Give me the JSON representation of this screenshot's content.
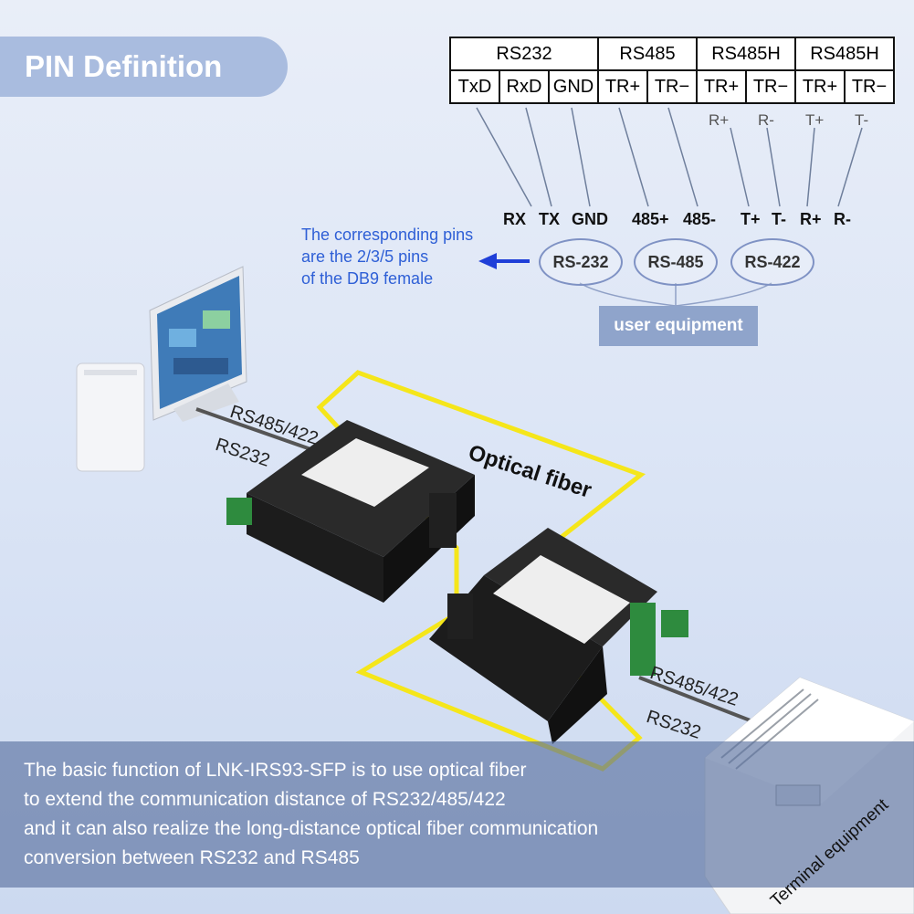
{
  "header": {
    "title": "PIN Definition"
  },
  "pin_table": {
    "groups": [
      "RS232",
      "RS485",
      "RS485H",
      "RS485H"
    ],
    "pins": [
      "TxD",
      "RxD",
      "GND",
      "TR+",
      "TR−",
      "TR+",
      "TR−",
      "TR+",
      "TR−"
    ]
  },
  "sub_labels": [
    "R+",
    "R-",
    "T+",
    "T-"
  ],
  "signals": [
    "RX",
    "TX",
    "GND",
    "485+",
    "485-",
    "T+",
    "T-",
    "R+",
    "R-"
  ],
  "note_lines": [
    "The corresponding pins",
    "are the 2/3/5 pins",
    "of the DB9 female"
  ],
  "interfaces": [
    "RS-232",
    "RS-485",
    "RS-422"
  ],
  "user_box": "user equipment",
  "labels": {
    "left_top_cable": "RS485/422",
    "left_bottom_cable": "RS232",
    "optical": "Optical fiber",
    "right_top_cable": "RS485/422",
    "right_bottom_cable": "RS232",
    "terminal": "Terminal equipment"
  },
  "description_lines": [
    "The basic function of LNK-IRS93-SFP is to use optical fiber",
    "to extend the communication distance of RS232/485/422",
    "and it can also realize the long-distance optical fiber communication",
    "conversion between RS232 and RS485"
  ],
  "colors": {
    "accent": "#a9bcdf",
    "note_blue": "#2e5fd6",
    "fiber_yellow": "#f5e61a",
    "band": "#5a72a0"
  }
}
